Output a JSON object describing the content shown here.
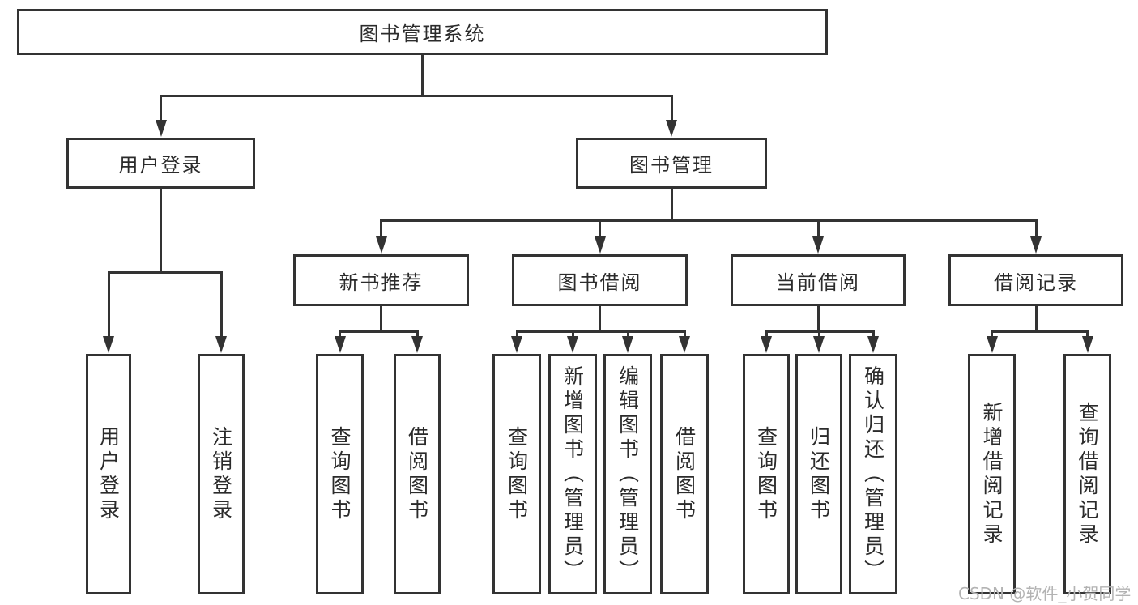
{
  "diagram": {
    "title": "图书管理系统",
    "watermark": "CSDN @软件_小贺同学",
    "colors": {
      "line": "#333333",
      "text": "#2b2b2b",
      "background": "#ffffff",
      "watermark": "#b3b3b3"
    },
    "nodes": [
      {
        "id": "root",
        "label": "图书管理系统",
        "parent": null,
        "orientation": "horizontal"
      },
      {
        "id": "user-login",
        "label": "用户登录",
        "parent": "root",
        "orientation": "horizontal"
      },
      {
        "id": "book-mgmt",
        "label": "图书管理",
        "parent": "root",
        "orientation": "horizontal"
      },
      {
        "id": "new-book-rec",
        "label": "新书推荐",
        "parent": "book-mgmt",
        "orientation": "horizontal"
      },
      {
        "id": "book-borrow",
        "label": "图书借阅",
        "parent": "book-mgmt",
        "orientation": "horizontal"
      },
      {
        "id": "current-borrow",
        "label": "当前借阅",
        "parent": "book-mgmt",
        "orientation": "horizontal"
      },
      {
        "id": "borrow-records",
        "label": "借阅记录",
        "parent": "book-mgmt",
        "orientation": "horizontal"
      },
      {
        "id": "leaf-user-login",
        "label": "用户登录",
        "parent": "user-login",
        "orientation": "vertical"
      },
      {
        "id": "leaf-logout",
        "label": "注销登录",
        "parent": "user-login",
        "orientation": "vertical"
      },
      {
        "id": "leaf-query-book-1",
        "label": "查询图书",
        "parent": "new-book-rec",
        "orientation": "vertical"
      },
      {
        "id": "leaf-borrow-book-1",
        "label": "借阅图书",
        "parent": "new-book-rec",
        "orientation": "vertical"
      },
      {
        "id": "leaf-query-book-2",
        "label": "查询图书",
        "parent": "book-borrow",
        "orientation": "vertical"
      },
      {
        "id": "leaf-add-book",
        "label": "新增图书（管理员）",
        "parent": "book-borrow",
        "orientation": "vertical"
      },
      {
        "id": "leaf-edit-book",
        "label": "编辑图书（管理员）",
        "parent": "book-borrow",
        "orientation": "vertical"
      },
      {
        "id": "leaf-borrow-book-2",
        "label": "借阅图书",
        "parent": "book-borrow",
        "orientation": "vertical"
      },
      {
        "id": "leaf-query-book-3",
        "label": "查询图书",
        "parent": "current-borrow",
        "orientation": "vertical"
      },
      {
        "id": "leaf-return-book",
        "label": "归还图书",
        "parent": "current-borrow",
        "orientation": "vertical"
      },
      {
        "id": "leaf-confirm-return",
        "label": "确认归还（管理员）",
        "parent": "current-borrow",
        "orientation": "vertical"
      },
      {
        "id": "leaf-add-record",
        "label": "新增借阅记录",
        "parent": "borrow-records",
        "orientation": "vertical"
      },
      {
        "id": "leaf-query-record",
        "label": "查询借阅记录",
        "parent": "borrow-records",
        "orientation": "vertical"
      }
    ]
  }
}
